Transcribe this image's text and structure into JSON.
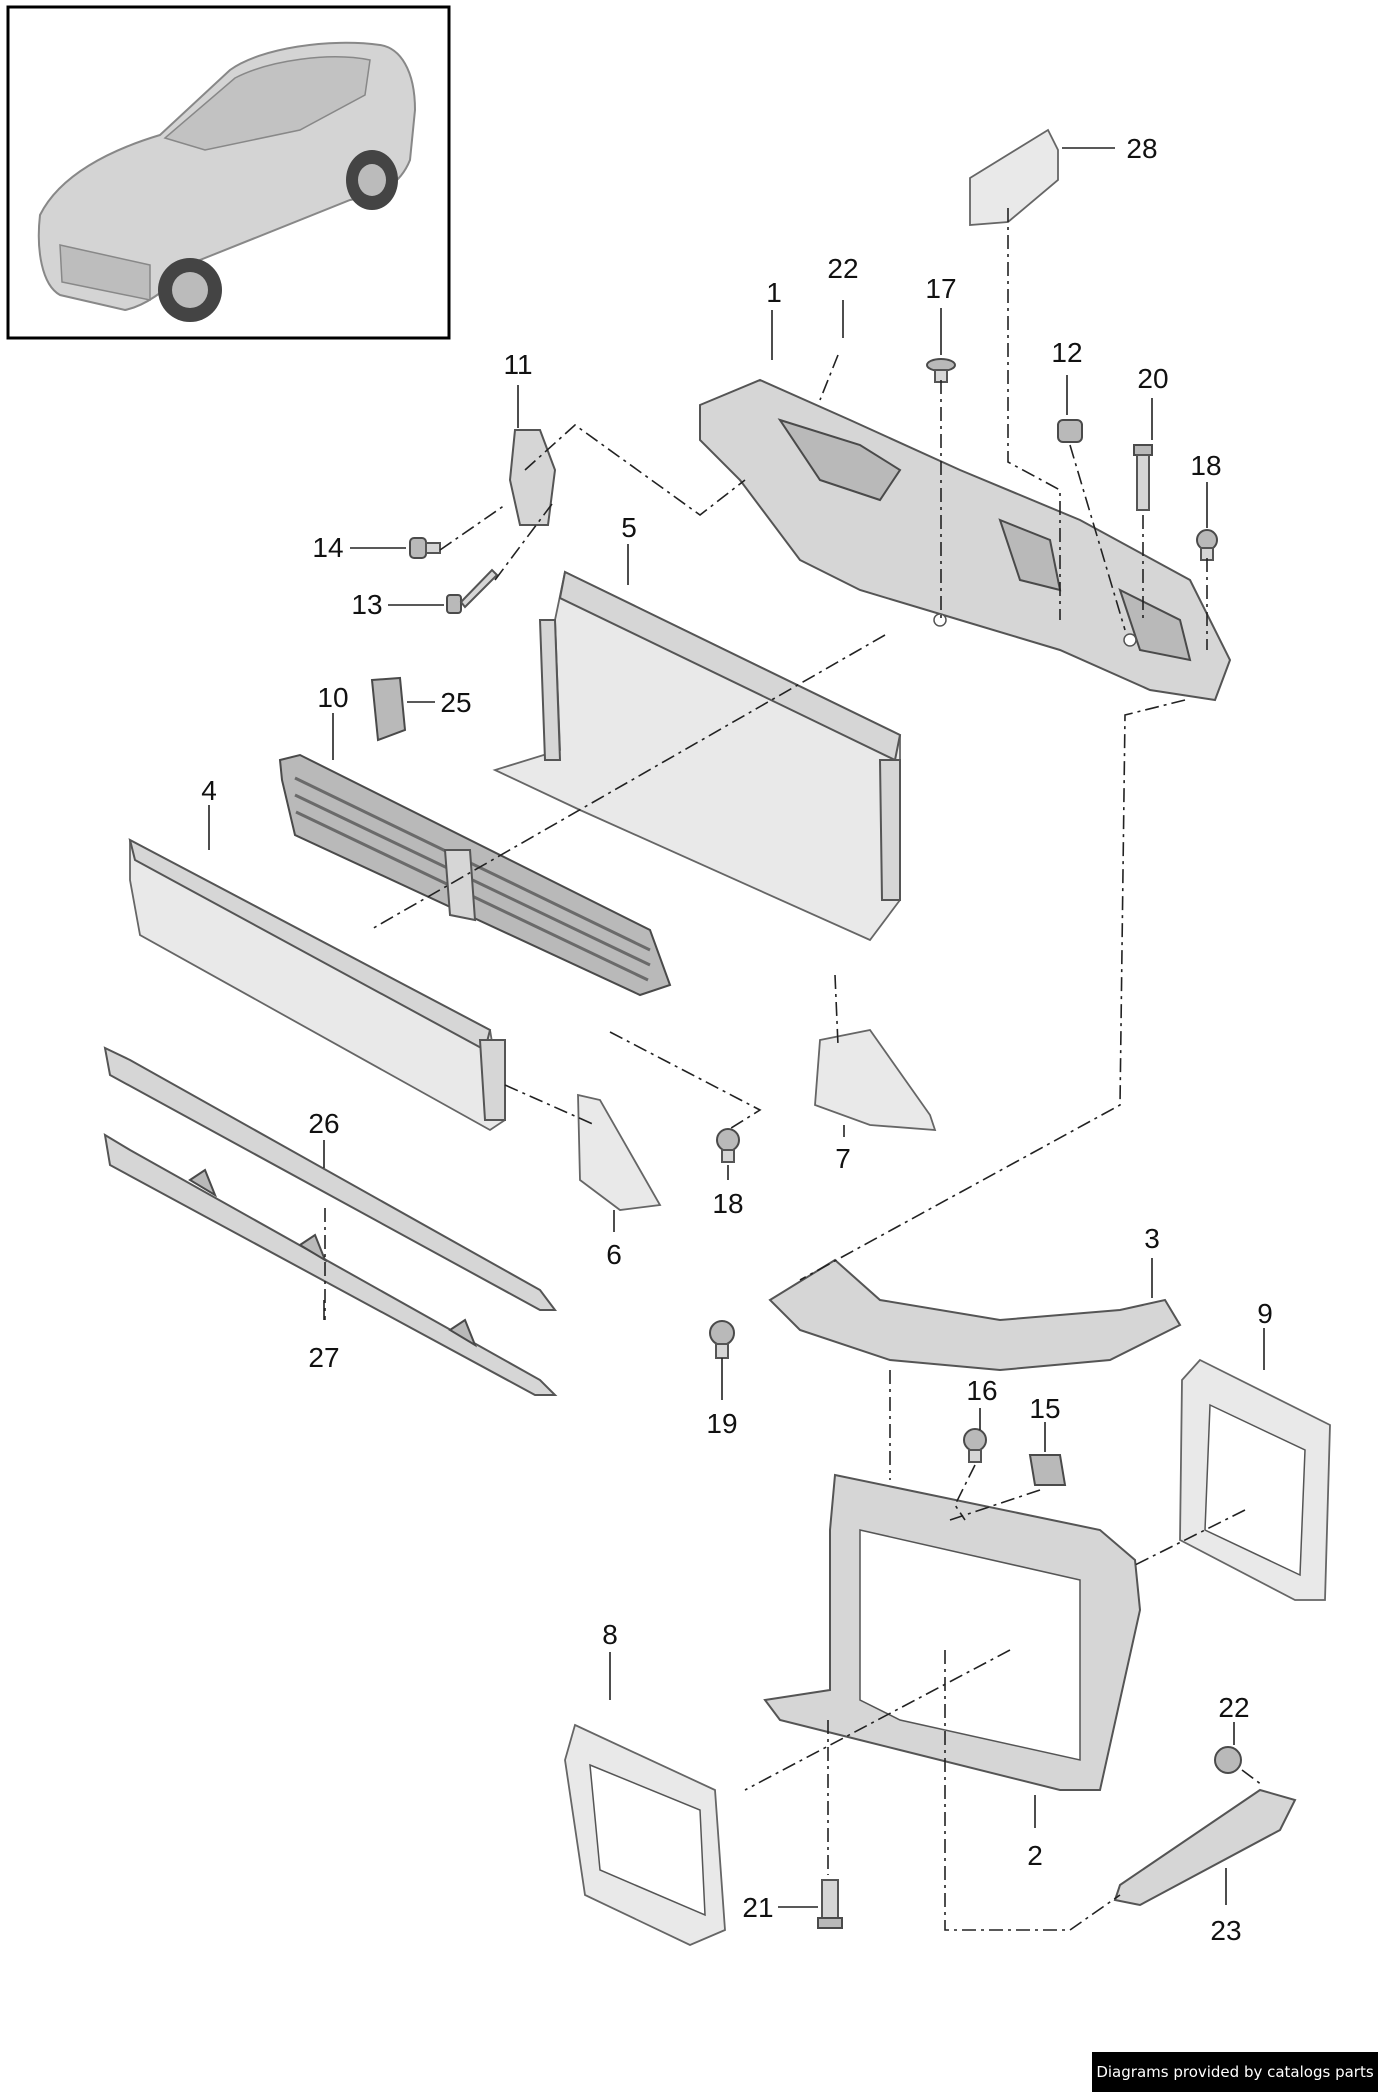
{
  "callouts": {
    "c1": "1",
    "c2": "2",
    "c3": "3",
    "c4": "4",
    "c5": "5",
    "c6": "6",
    "c7": "7",
    "c8": "8",
    "c9": "9",
    "c10": "10",
    "c11": "11",
    "c12": "12",
    "c13": "13",
    "c14": "14",
    "c15": "15",
    "c16": "16",
    "c17": "17",
    "c18a": "18",
    "c18b": "18",
    "c19": "19",
    "c20": "20",
    "c21": "21",
    "c22a": "22",
    "c22b": "22",
    "c23": "23",
    "c25": "25",
    "c26": "26",
    "c27": "27",
    "c28": "28"
  },
  "credit": "Diagrams provided by catalogs parts",
  "thumbnail": {
    "icon": "vehicle-overview-icon"
  },
  "colors": {
    "part_fill": "#d6d6d6",
    "part_stroke": "#555555",
    "credit_bg": "#000000",
    "credit_text": "#ffffff"
  }
}
